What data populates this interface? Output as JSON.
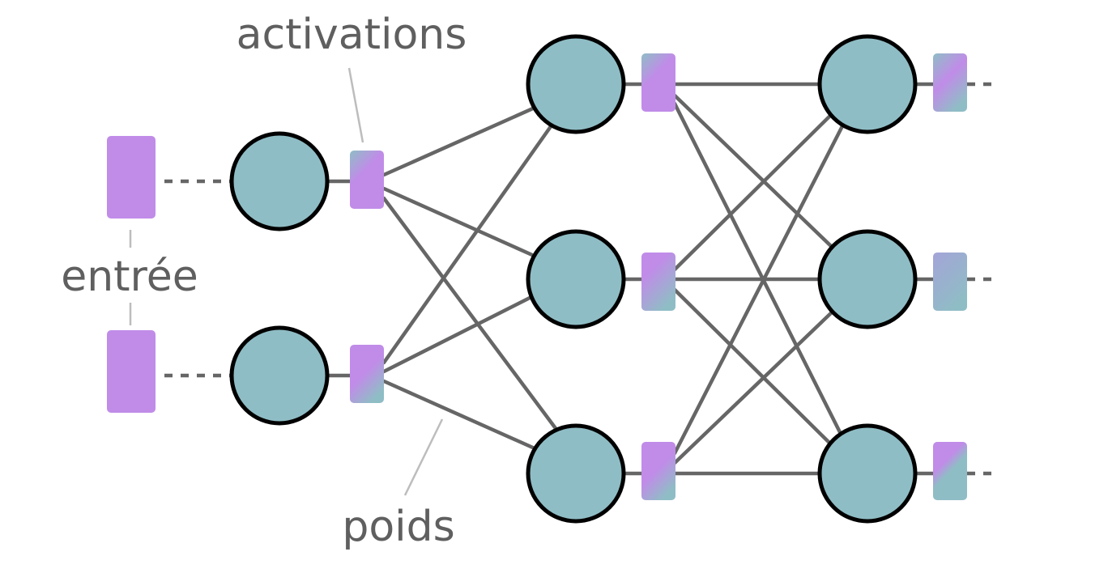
{
  "labels": {
    "activations": "activations",
    "input": "entrée",
    "weights": "poids"
  },
  "colors": {
    "input_box": "#c08ce8",
    "node_fill": "#8fbdc5",
    "node_stroke": "#000000",
    "connection": "#666666",
    "annotation_line": "#bdbdbd",
    "label_text": "#5f5f5f"
  },
  "structure": {
    "layers": [
      2,
      3,
      3
    ],
    "input_count": 2,
    "outputs_trailing": "dotted"
  }
}
